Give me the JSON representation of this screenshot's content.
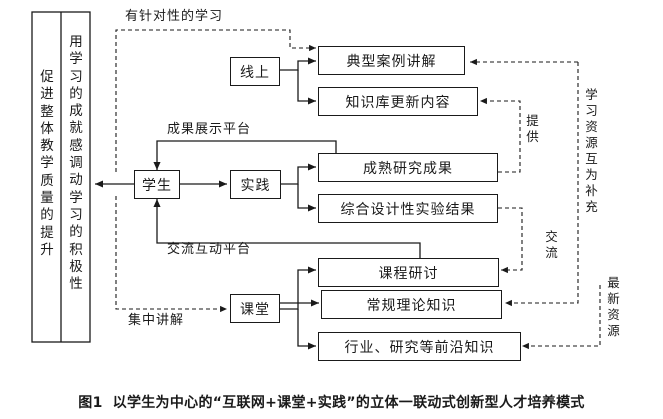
{
  "left_panel": {
    "col_outer": "促进整体教学质量的提升",
    "col_inner": "用学习的成就感调动学习的积极性"
  },
  "nodes": {
    "online": "线上",
    "practice": "实践",
    "student": "学生",
    "classroom": "课堂",
    "case_explain": "典型案例讲解",
    "kb_update": "知识库更新内容",
    "research_results": "成熟研究成果",
    "design_results": "综合设计性实验结果",
    "course_research": "课程研讨",
    "regular_theory": "常规理论知识",
    "frontier": "行业、研究等前沿知识"
  },
  "labels": {
    "targeted_learning": "有针对性的学习",
    "showcase": "成果展示平台",
    "interaction": "交流互动平台",
    "focused_teaching": "集中讲解",
    "provide": "提供",
    "exchange": "交流",
    "complement": "学习资源互为补充",
    "latest": "最新资源"
  },
  "caption": {
    "figure_no": "图1",
    "text": "以学生为中心的“互联网+课堂+实践”的立体一联动式创新型人才培养模式"
  }
}
